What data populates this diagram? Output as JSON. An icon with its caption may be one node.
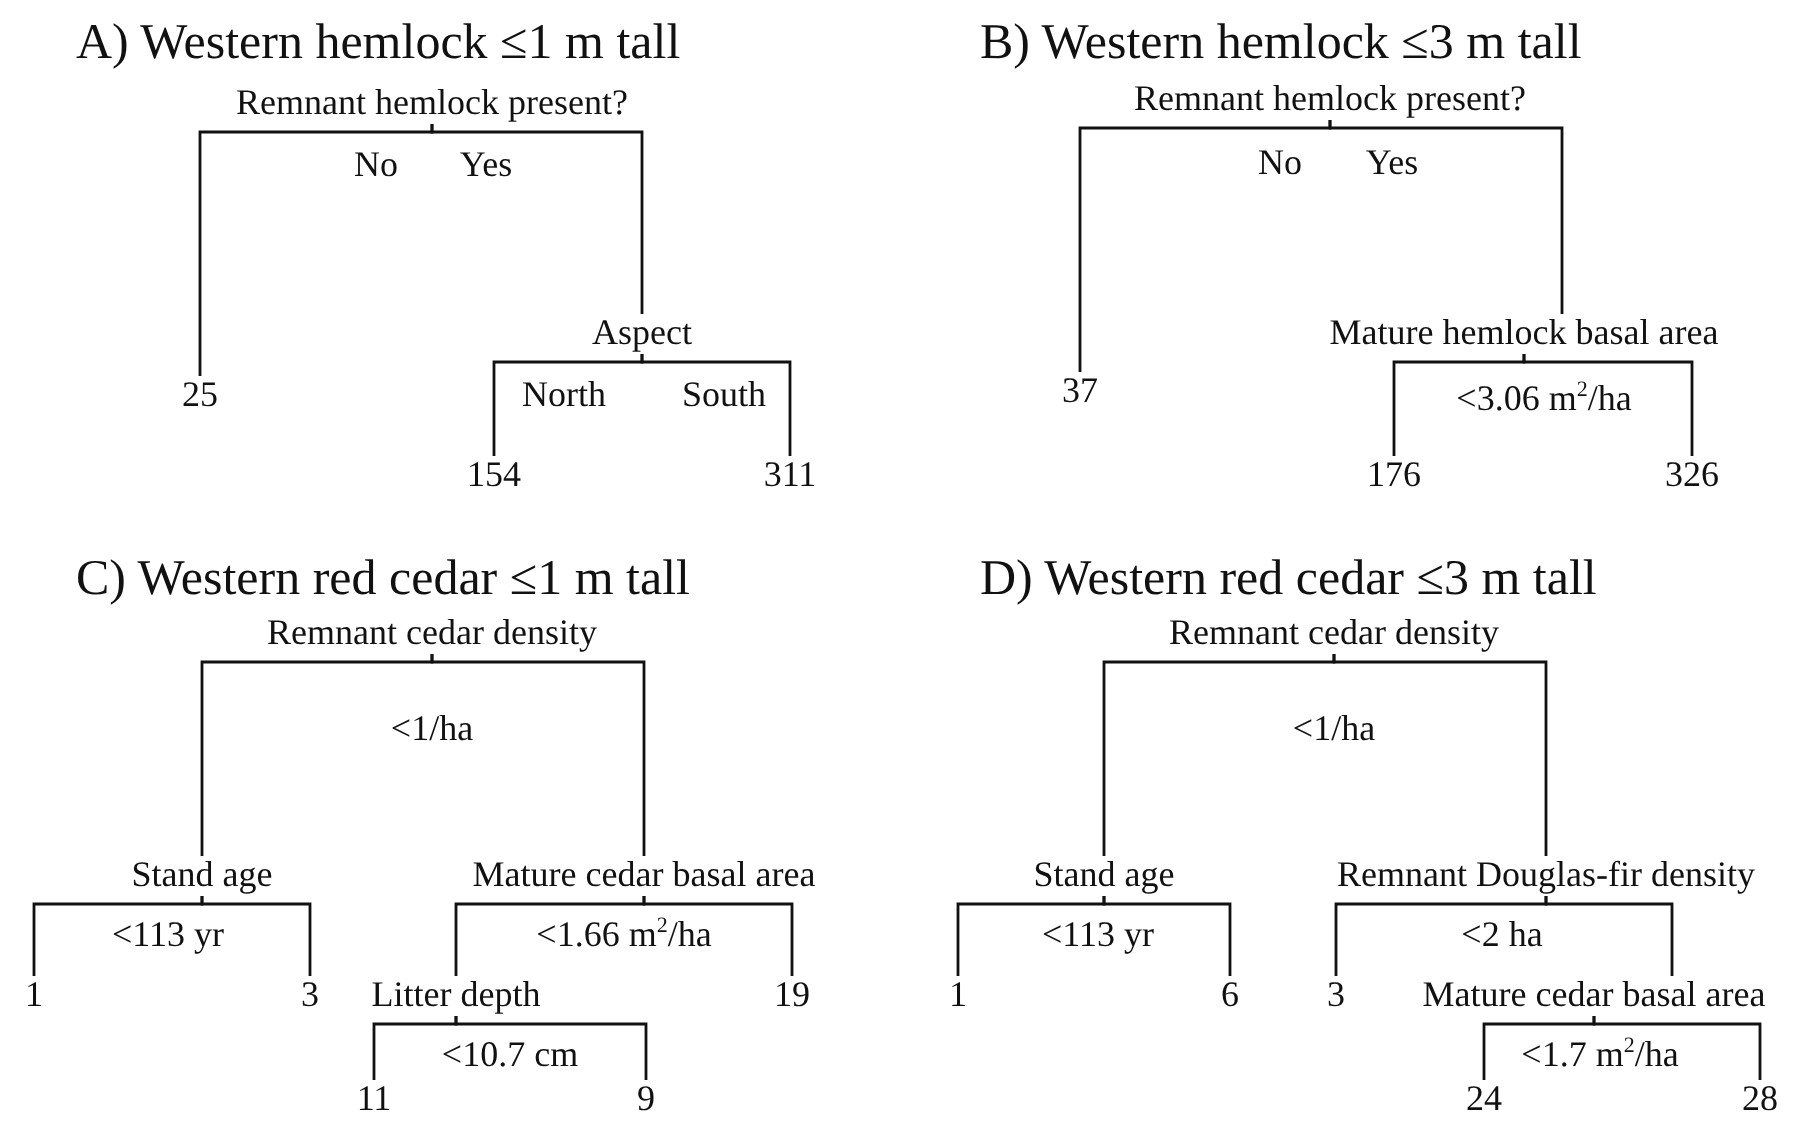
{
  "diagram": {
    "nodes": [
      {
        "text": [
          "Remnant hemlock present?"
        ]
      },
      {
        "text": [
          "25"
        ]
      },
      {
        "text": [
          "Aspect"
        ]
      },
      {
        "text": [
          "154"
        ]
      },
      {
        "text": [
          "311"
        ]
      },
      {
        "text": [
          "Remnant hemlock present?"
        ]
      },
      {
        "text": [
          "37"
        ]
      },
      {
        "text": [
          "Mature hemlock basal area"
        ]
      },
      {
        "text": [
          "176"
        ]
      },
      {
        "text": [
          "326"
        ]
      },
      {
        "text": [
          "Remnant cedar density"
        ]
      },
      {
        "text": [
          "Stand age"
        ]
      },
      {
        "text": [
          "1"
        ]
      },
      {
        "text": [
          "3"
        ]
      },
      {
        "text": [
          "Mature cedar basal area"
        ]
      },
      {
        "text": [
          "Litter depth"
        ]
      },
      {
        "text": [
          "11"
        ]
      },
      {
        "text": [
          "9"
        ]
      },
      {
        "text": [
          "19"
        ]
      },
      {
        "text": [
          "Remnant cedar density"
        ]
      },
      {
        "text": [
          "Stand age"
        ]
      },
      {
        "text": [
          "1"
        ]
      },
      {
        "text": [
          "6"
        ]
      },
      {
        "text": [
          "Remnant Douglas-fir density"
        ]
      },
      {
        "text": [
          "3"
        ]
      },
      {
        "text": [
          "Mature cedar basal area"
        ]
      },
      {
        "text": [
          "24"
        ]
      },
      {
        "text": [
          "28"
        ]
      }
    ],
    "edges": [
      {
        "from": 0,
        "to": 1,
        "arrow": "none",
        "label": "No"
      },
      {
        "from": 0,
        "to": 2,
        "arrow": "none",
        "label": "Yes"
      },
      {
        "from": 2,
        "to": 3,
        "arrow": "none",
        "label": "North"
      },
      {
        "from": 2,
        "to": 4,
        "arrow": "none",
        "label": "South"
      },
      {
        "from": 5,
        "to": 6,
        "arrow": "none",
        "label": "No"
      },
      {
        "from": 5,
        "to": 7,
        "arrow": "none",
        "label": "Yes"
      },
      {
        "from": 7,
        "to": 8,
        "arrow": "none"
      },
      {
        "from": 7,
        "to": 9,
        "arrow": "none"
      },
      {
        "from": 10,
        "to": 11,
        "arrow": "none"
      },
      {
        "from": 10,
        "to": 14,
        "arrow": "none"
      },
      {
        "from": 11,
        "to": 12,
        "arrow": "none"
      },
      {
        "from": 11,
        "to": 13,
        "arrow": "none"
      },
      {
        "from": 14,
        "to": 15,
        "arrow": "none"
      },
      {
        "from": 14,
        "to": 18,
        "arrow": "none"
      },
      {
        "from": 15,
        "to": 16,
        "arrow": "none"
      },
      {
        "from": 15,
        "to": 17,
        "arrow": "none"
      },
      {
        "from": 19,
        "to": 20,
        "arrow": "none"
      },
      {
        "from": 19,
        "to": 23,
        "arrow": "none"
      },
      {
        "from": 20,
        "to": 21,
        "arrow": "none"
      },
      {
        "from": 20,
        "to": 22,
        "arrow": "none"
      },
      {
        "from": 23,
        "to": 24,
        "arrow": "none"
      },
      {
        "from": 23,
        "to": 25,
        "arrow": "none"
      },
      {
        "from": 25,
        "to": 26,
        "arrow": "none"
      },
      {
        "from": 25,
        "to": 27,
        "arrow": "none"
      }
    ],
    "labels": [
      "A) Western hemlock ≤1 m tall",
      "B) Western hemlock ≤3 m tall",
      "<3.06 m$^{2}$/ha",
      "C) Western red cedar ≤1 m tall",
      "D) Western red cedar ≤3 m tall",
      "<1/ha",
      "<113 yr",
      "<1.66 m$^{2}$/ha",
      "<10.7 cm",
      "<1/ha",
      "<113 yr",
      "<2 ha",
      "<1.7 m$^{2}$/ha"
    ]
  }
}
